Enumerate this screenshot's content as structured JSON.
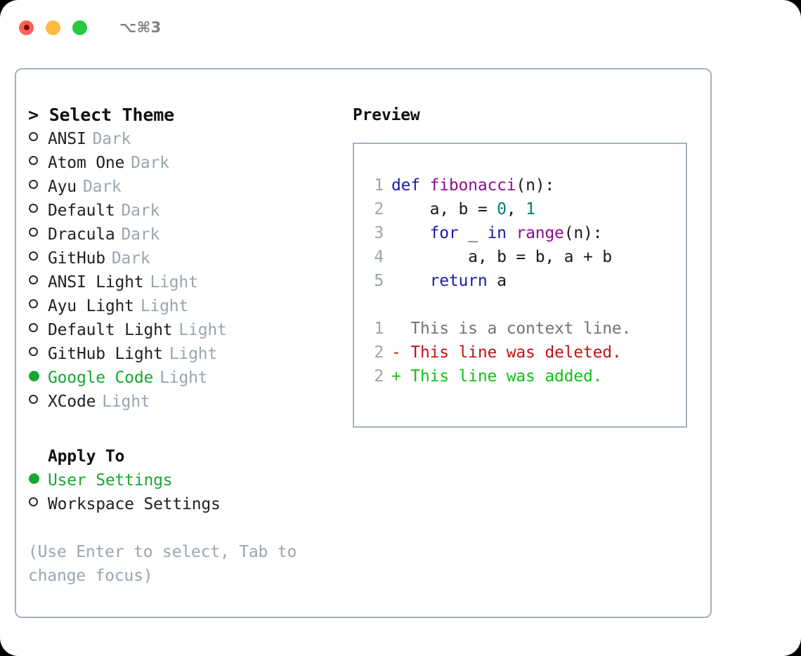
{
  "window": {
    "traffic_lights": [
      "close-red",
      "minimize-yellow",
      "maximize-green"
    ],
    "shortcut_label": "⌥⌘3"
  },
  "theme_picker": {
    "header": "> Select Theme",
    "options": [
      {
        "marker": "open",
        "name": "ANSI",
        "tag": "Dark",
        "selected": false
      },
      {
        "marker": "open",
        "name": "Atom One",
        "tag": "Dark",
        "selected": false
      },
      {
        "marker": "open",
        "name": "Ayu",
        "tag": "Dark",
        "selected": false
      },
      {
        "marker": "open",
        "name": "Default",
        "tag": "Dark",
        "selected": false
      },
      {
        "marker": "open",
        "name": "Dracula",
        "tag": "Dark",
        "selected": false
      },
      {
        "marker": "open",
        "name": "GitHub",
        "tag": "Dark",
        "selected": false
      },
      {
        "marker": "open",
        "name": "ANSI Light",
        "tag": "Light",
        "selected": false
      },
      {
        "marker": "open",
        "name": "Ayu Light",
        "tag": "Light",
        "selected": false
      },
      {
        "marker": "open",
        "name": "Default Light",
        "tag": "Light",
        "selected": false
      },
      {
        "marker": "open",
        "name": "GitHub Light",
        "tag": "Light",
        "selected": false
      },
      {
        "marker": "filled",
        "name": "Google Code",
        "tag": "Light",
        "selected": true
      },
      {
        "marker": "open",
        "name": "XCode",
        "tag": "Light",
        "selected": false
      }
    ]
  },
  "apply_to": {
    "title": "Apply To",
    "options": [
      {
        "marker": "filled",
        "name": "User Settings",
        "selected": true
      },
      {
        "marker": "open",
        "name": "Workspace Settings",
        "selected": false
      }
    ]
  },
  "hint": "(Use Enter to select, Tab to change focus)",
  "preview": {
    "title": "Preview",
    "code_lines": [
      {
        "num": "1",
        "tokens": [
          {
            "t": "def ",
            "c": "kw"
          },
          {
            "t": "fibonacci",
            "c": "fn"
          },
          {
            "t": "(n):",
            "c": "plain"
          }
        ]
      },
      {
        "num": "2",
        "tokens": [
          {
            "t": "    a, b = ",
            "c": "plain"
          },
          {
            "t": "0",
            "c": "num"
          },
          {
            "t": ", ",
            "c": "plain"
          },
          {
            "t": "1",
            "c": "num"
          }
        ]
      },
      {
        "num": "3",
        "tokens": [
          {
            "t": "    ",
            "c": "plain"
          },
          {
            "t": "for",
            "c": "kw"
          },
          {
            "t": " _ ",
            "c": "plain"
          },
          {
            "t": "in",
            "c": "kw"
          },
          {
            "t": " ",
            "c": "plain"
          },
          {
            "t": "range",
            "c": "fn"
          },
          {
            "t": "(n):",
            "c": "plain"
          }
        ]
      },
      {
        "num": "4",
        "tokens": [
          {
            "t": "        a, b = b, a + b",
            "c": "plain"
          }
        ]
      },
      {
        "num": "5",
        "tokens": [
          {
            "t": "    ",
            "c": "plain"
          },
          {
            "t": "return",
            "c": "kw"
          },
          {
            "t": " a",
            "c": "plain"
          }
        ]
      }
    ],
    "diff_lines": [
      {
        "num": "1",
        "sign": "  ",
        "text": "This is a context line.",
        "kind": "ctx"
      },
      {
        "num": "2",
        "sign": "- ",
        "text": "This line was deleted.",
        "kind": "del"
      },
      {
        "num": "2",
        "sign": "+ ",
        "text": "This line was added.",
        "kind": "add"
      }
    ]
  },
  "colors": {
    "accent_green": "#18a831",
    "muted": "#9aa5b1",
    "border": "#a7b1be",
    "keyword": "#1c1ca8",
    "function": "#8d0f8d",
    "number": "#007a78",
    "diff_delete": "#c01414",
    "diff_add": "#12c218"
  }
}
